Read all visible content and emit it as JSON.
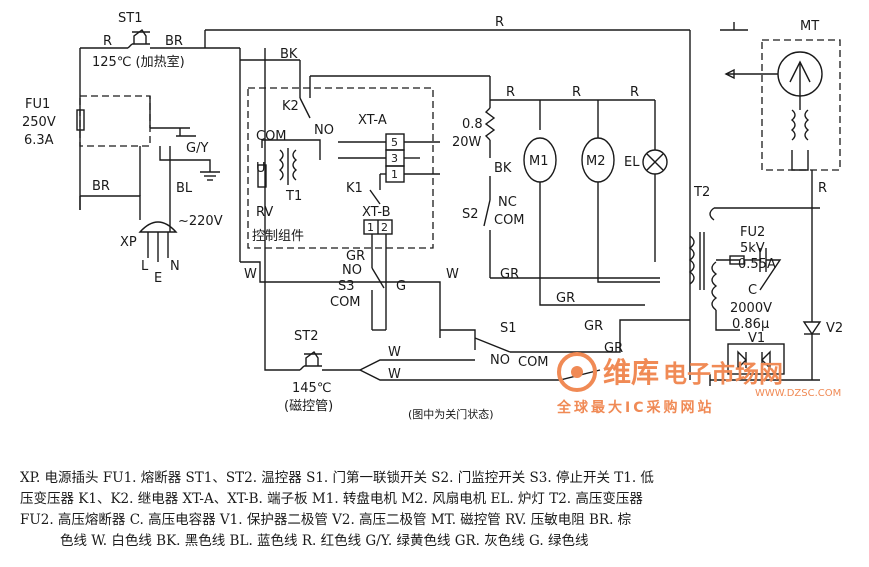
{
  "diagram": {
    "labels": {
      "st1": "ST1",
      "st1_temp": "125℃ (加热室)",
      "st2": "ST2",
      "st2_temp": "145℃",
      "st2_note": "(磁控管)",
      "fu1": "FU1",
      "fu1_rating_v": "250V",
      "fu1_rating_a": "6.3A",
      "gy": "G/Y",
      "xp": "XP",
      "ac": "~220V",
      "l": "L",
      "e": "E",
      "n": "N",
      "k2": "K2",
      "com_k2": "COM",
      "no_k2": "NO",
      "u": "U",
      "t1": "T1",
      "rv": "RV",
      "ctrl": "控制组件",
      "xta": "XT-A",
      "xta_pins": [
        "5",
        "3",
        "1"
      ],
      "k1": "K1",
      "xtb": "XT-B",
      "xtb_pins": [
        "1",
        "2"
      ],
      "gr": "GR",
      "no_s3": "NO",
      "s3": "S3",
      "com_s3": "COM",
      "g": "G",
      "r_val": "0.8",
      "r_val2": "20W",
      "bk_res": "BK",
      "m1": "M1",
      "m2": "M2",
      "el": "EL",
      "nc": "NC",
      "com_s2": "COM",
      "s2": "S2",
      "s1": "S1",
      "no_s1": "NO",
      "com_s1": "COM",
      "t2": "T2",
      "fu2": "FU2",
      "fu2_v": "5kV",
      "fu2_a": "0.55A",
      "c": "C",
      "c_v": "2000V",
      "c_val": "0.86μ",
      "v1": "V1",
      "v2": "V2",
      "mt": "MT",
      "note": "(图中为关门状态)"
    },
    "wires": {
      "r": "R",
      "br": "BR",
      "bk": "BK",
      "bl": "BL",
      "w": "W",
      "gr": "GR"
    }
  },
  "watermark": {
    "brand": "维库",
    "brand2": "电子市场网",
    "url": "WWW.DZSC.COM",
    "slogan": "全球最大IC采购网站"
  },
  "legend": {
    "line1": "XP. 电源插头  FU1. 熔断器  ST1、ST2. 温控器  S1. 门第一联锁开关  S2. 门监控开关  S3. 停止开关  T1. 低",
    "line2": "压变压器  K1、K2. 继电器  XT-A、XT-B. 端子板  M1. 转盘电机  M2. 风扇电机  EL. 炉灯  T2. 高压变压器",
    "line3": "FU2. 高压熔断器  C. 高压电容器  V1. 保护器二极管  V2. 高压二极管  MT. 磁控管  RV. 压敏电阻  BR. 棕",
    "line4": "色线  W. 白色线  BK. 黑色线  BL. 蓝色线  R. 红色线  G/Y. 绿黄色线  GR. 灰色线  G. 绿色线"
  },
  "colors": {
    "ink": "#1a1a1a",
    "watermark": "#f08a55"
  }
}
